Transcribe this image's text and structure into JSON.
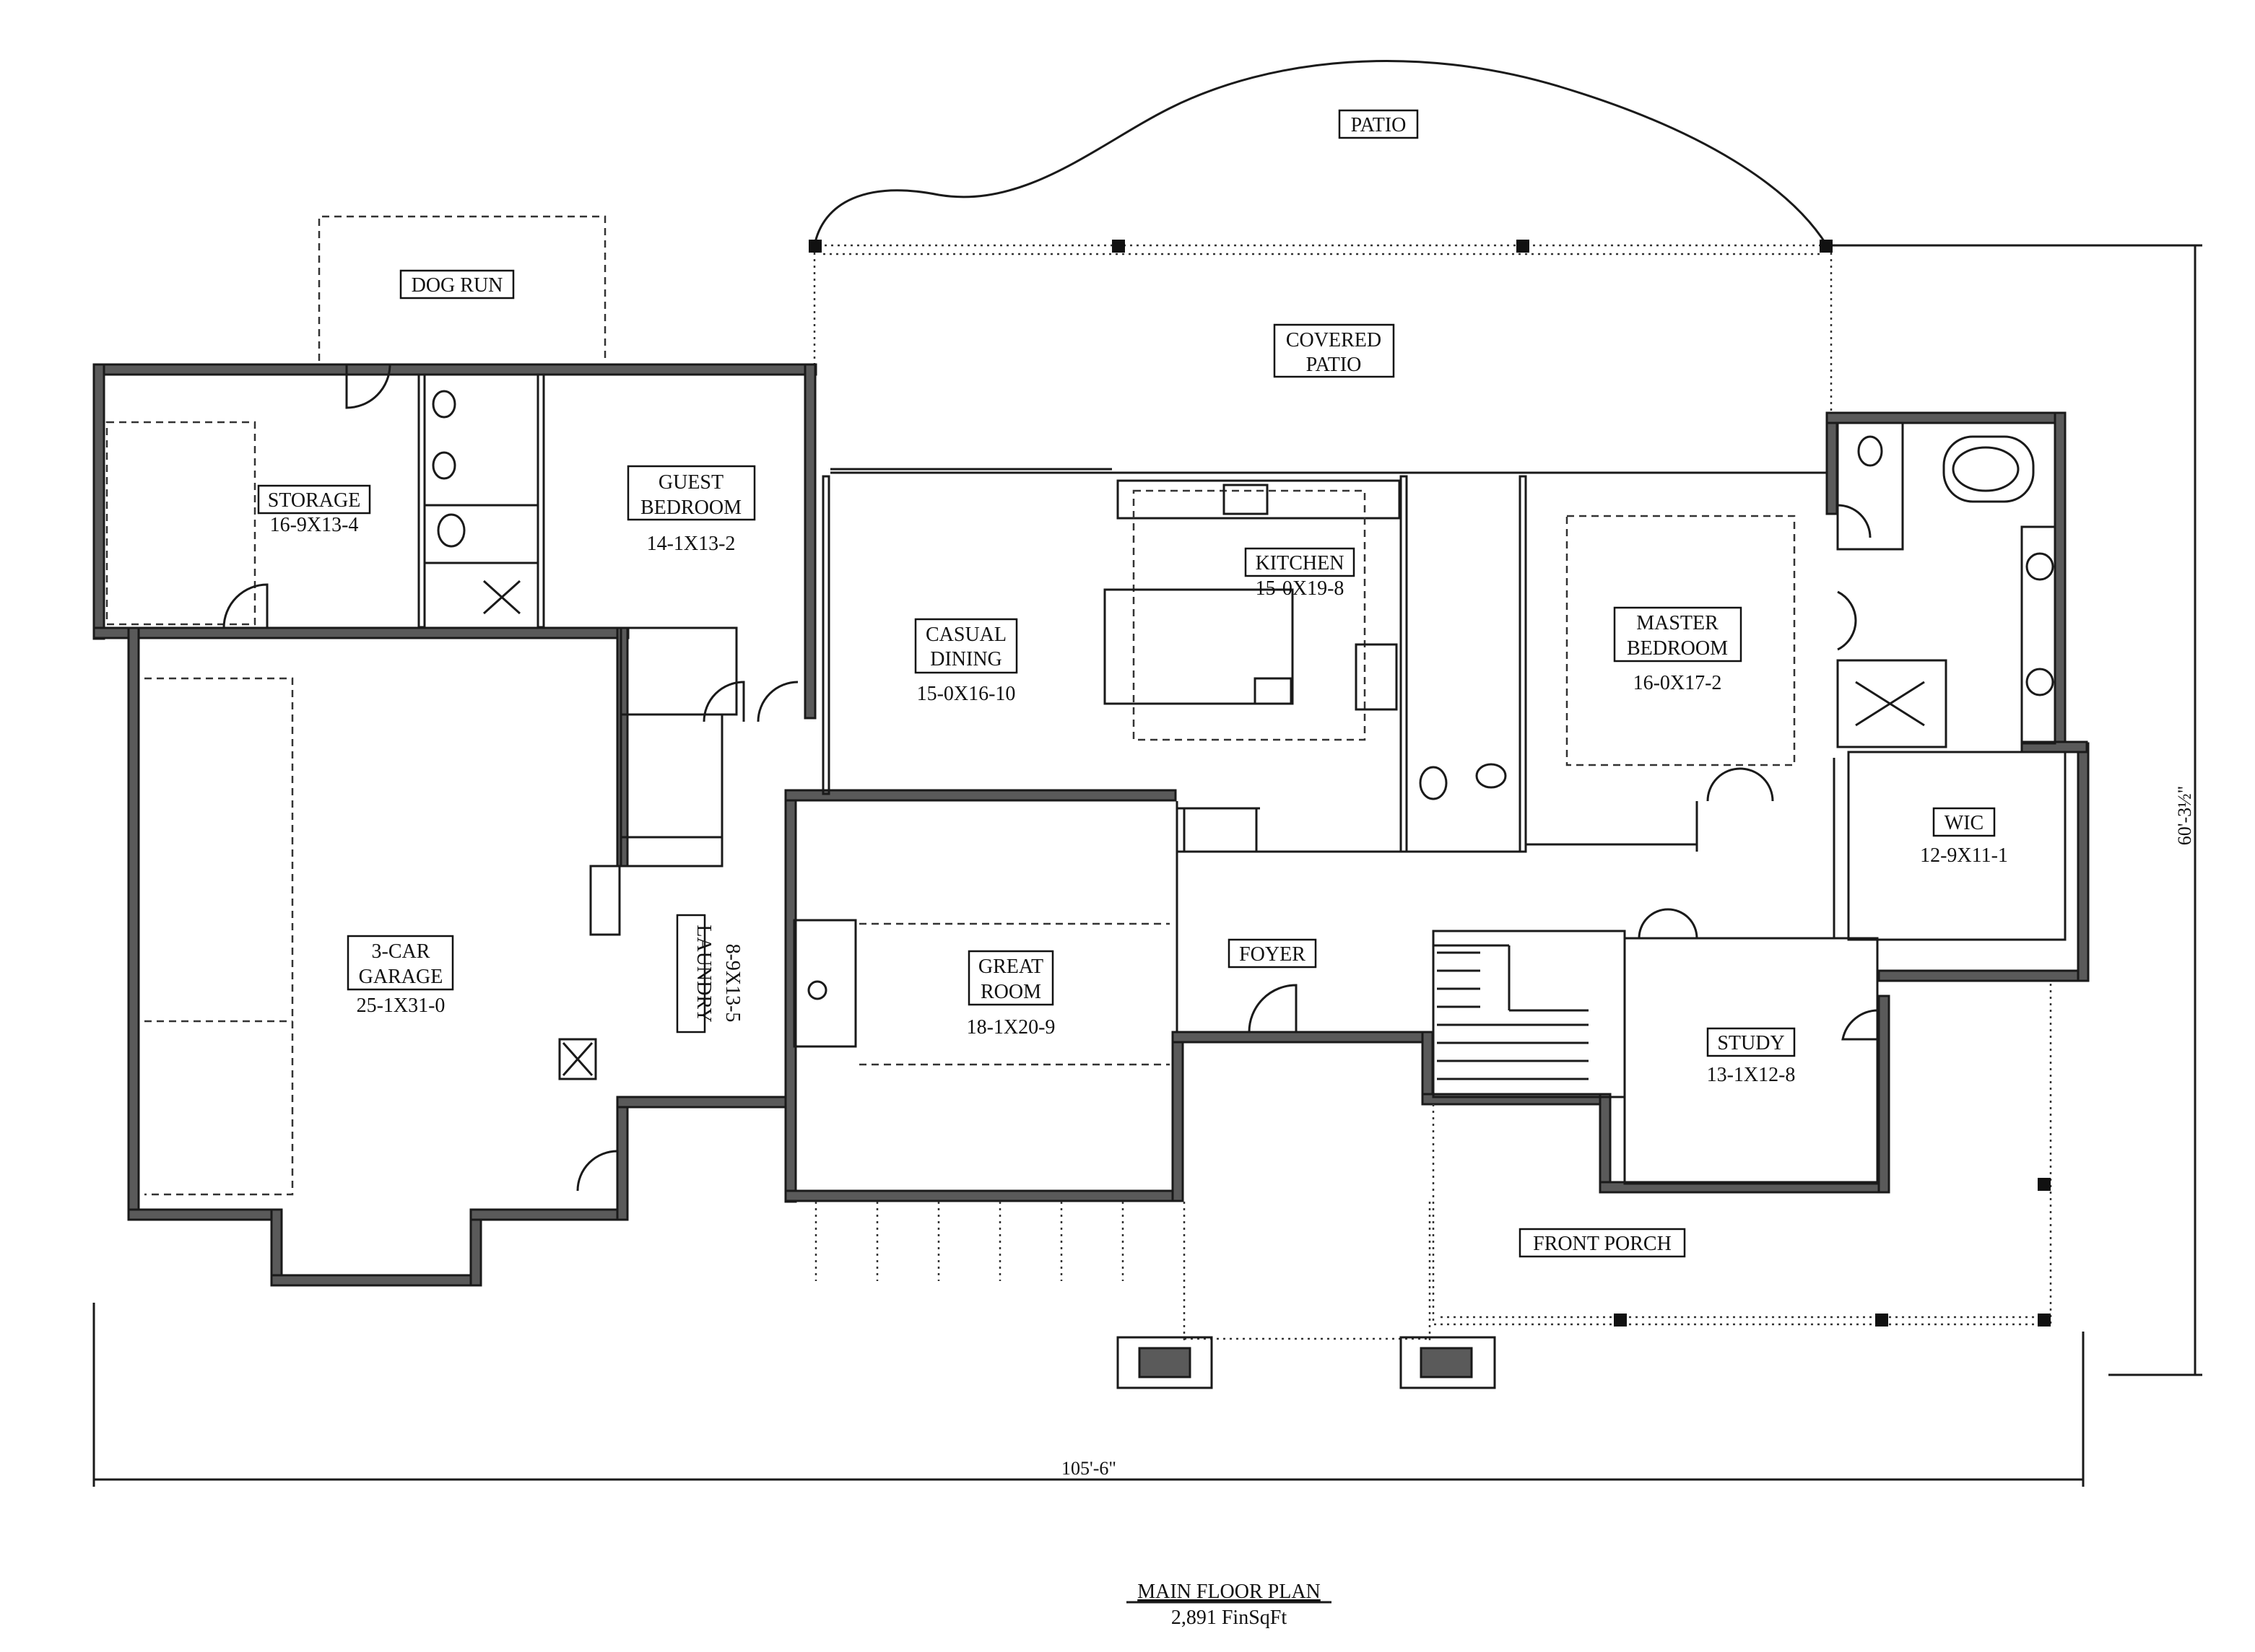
{
  "plan_title": "MAIN FLOOR PLAN",
  "plan_area": "2,891 FinSqFt",
  "dimensions": {
    "width": "105'-6\"",
    "depth": "60'-3½\""
  },
  "rooms": {
    "patio": {
      "name": "PATIO"
    },
    "dog_run": {
      "name": "DOG RUN"
    },
    "covered_patio": {
      "line1": "COVERED",
      "line2": "PATIO"
    },
    "storage": {
      "name": "STORAGE",
      "size": "16-9X13-4"
    },
    "guest_bedroom": {
      "line1": "GUEST",
      "line2": "BEDROOM",
      "size": "14-1X13-2"
    },
    "kitchen": {
      "name": "KITCHEN",
      "size": "15-0X19-8"
    },
    "casual_dining": {
      "line1": "CASUAL",
      "line2": "DINING",
      "size": "15-0X16-10"
    },
    "master_bedroom": {
      "line1": "MASTER",
      "line2": "BEDROOM",
      "size": "16-0X17-2"
    },
    "wic": {
      "name": "WIC",
      "size": "12-9X11-1"
    },
    "garage": {
      "line1": "3-CAR",
      "line2": "GARAGE",
      "size": "25-1X31-0"
    },
    "laundry": {
      "name": "LAUNDRY",
      "size": "8-9X13-5"
    },
    "great_room": {
      "line1": "GREAT",
      "line2": "ROOM",
      "size": "18-1X20-9"
    },
    "foyer": {
      "name": "FOYER"
    },
    "study": {
      "name": "STUDY",
      "size": "13-1X12-8"
    },
    "front_porch": {
      "name": "FRONT PORCH"
    }
  }
}
